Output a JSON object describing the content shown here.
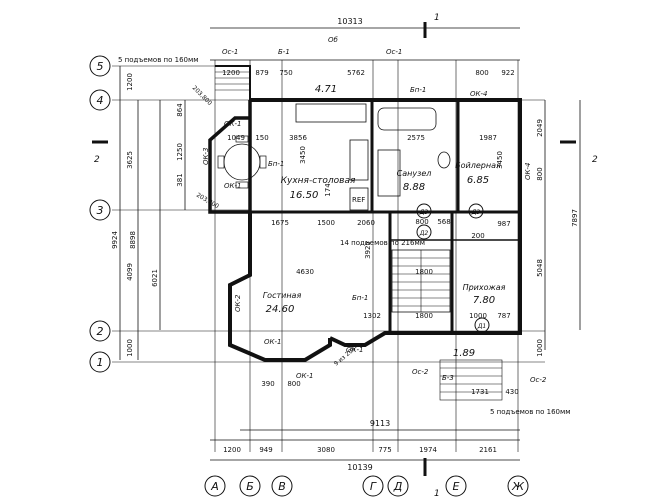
{
  "dimensions": {
    "top": {
      "overall": "10313",
      "segments": [
        "1200",
        "879",
        "750",
        "5762",
        "800",
        "922"
      ]
    },
    "bottom": {
      "overall": "10139",
      "sub_overall": "9113",
      "segments": [
        "1200",
        "949",
        "3080",
        "775",
        "1974",
        "2161"
      ]
    },
    "left_outer": [
      "9924",
      "8898",
      "6021"
    ],
    "left_segments": [
      "1200",
      "3625",
      "4099",
      "1000"
    ],
    "left_inner": [
      "864",
      "1250",
      "381"
    ],
    "right": [
      "2049",
      "3450",
      "800",
      "5048",
      "7897",
      "1000"
    ],
    "interior": [
      "1049",
      "150",
      "3856",
      "2575",
      "1987",
      "3450",
      "174",
      "1675",
      "1500",
      "2060",
      "800",
      "568",
      "987",
      "200",
      "4630",
      "3925",
      "1800",
      "1302",
      "1800",
      "1000",
      "787",
      "390",
      "800",
      "1731",
      "430"
    ]
  },
  "axes_numbers": [
    "5",
    "4",
    "3",
    "2",
    "1"
  ],
  "axes_letters": [
    "А",
    "Б",
    "В",
    "Г",
    "Д",
    "Е",
    "Ж"
  ],
  "section_mark": {
    "number": "2",
    "top": "1",
    "bottom": "1"
  },
  "rooms": {
    "kitchen": {
      "name": "Кухня-столовая",
      "area": "16.50"
    },
    "bath": {
      "name": "Санузел",
      "area": "8.88"
    },
    "boiler": {
      "name": "Бойлерная",
      "area": "6.85"
    },
    "living": {
      "name": "Гостиная",
      "area": "24.60"
    },
    "hall": {
      "name": "Прихожая",
      "area": "7.80"
    },
    "porch_top": {
      "area": "4.71"
    },
    "porch_bottom": {
      "area": "1.89"
    }
  },
  "notes": {
    "steps_top": "5 подъемов по 160мм",
    "steps_bottom": "5 подъемов по 160мм",
    "stair": "14 подъемов по 216мм"
  },
  "marks": {
    "ok1": "ОК-1",
    "ok2": "ОК-2",
    "ok3": "ОК-3",
    "ok4": "ОК-4",
    "bp1": "Бп-1",
    "b1": "Б-1",
    "b3": "Б-3",
    "os1": "Ос-1",
    "os2": "Ос-2",
    "ob": "Об",
    "d1": "Д1",
    "d2": "Д2",
    "d3": "Д3",
    "ref": "REF",
    "ang1": "203,800",
    "ang2": "203,800",
    "ang3": "9 из 205"
  }
}
